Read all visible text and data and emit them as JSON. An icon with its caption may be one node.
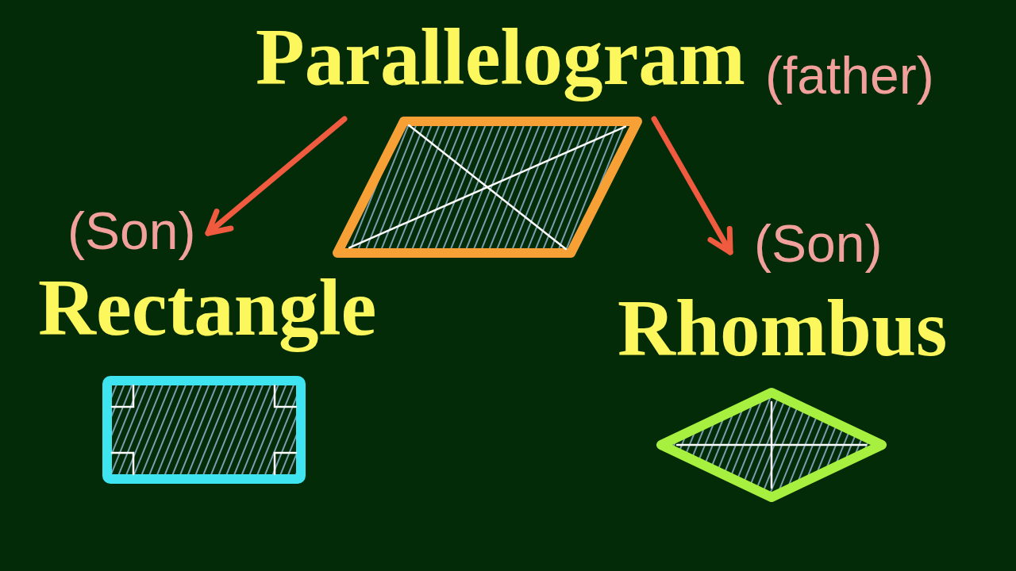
{
  "diagram": {
    "nodes": [
      {
        "text": [
          "Parallelogram"
        ],
        "beside": [
          "(father)"
        ]
      },
      {
        "text": [],
        "shape": "parallelogram"
      },
      {
        "text": [
          "Rectangle"
        ],
        "beside": [
          "(Son)"
        ]
      },
      {
        "text": [
          "Rhombus"
        ],
        "beside": [
          "(Son)"
        ]
      },
      {
        "text": [],
        "shape": "box"
      },
      {
        "text": [],
        "shape": "diamond"
      }
    ],
    "edges": [
      {
        "from": 0,
        "to": 2,
        "arrow": "to"
      },
      {
        "from": 0,
        "to": 3,
        "arrow": "to"
      }
    ]
  }
}
